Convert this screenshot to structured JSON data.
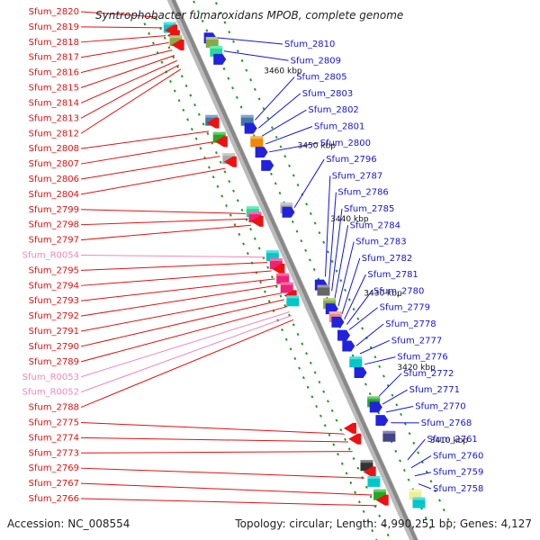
{
  "title": "Syntrophobacter fumaroxidans MPOB, complete genome",
  "footer": {
    "accession": "Accession: NC_008554",
    "summary": "Topology: circular; Length: 4,990,251 bp; Genes: 4,127"
  },
  "kbp_marks": [
    {
      "label": "3460 kbp",
      "pos": 0.156
    },
    {
      "label": "3450 kbp",
      "pos": 0.297
    },
    {
      "label": "3440 kbp",
      "pos": 0.435
    },
    {
      "label": "3430 kbp",
      "pos": 0.575
    },
    {
      "label": "3420 kbp",
      "pos": 0.715
    },
    {
      "label": "3410 kbp",
      "pos": 0.852
    }
  ],
  "left_labels": [
    {
      "text": "Sfum_2820",
      "type": "gene",
      "target": 0.0
    },
    {
      "text": "Sfum_2819",
      "type": "gene",
      "target": 0.02
    },
    {
      "text": "Sfum_2818",
      "type": "gene",
      "target": 0.035
    },
    {
      "text": "Sfum_2817",
      "type": "gene",
      "target": 0.048
    },
    {
      "text": "Sfum_2816",
      "type": "gene",
      "target": 0.062
    },
    {
      "text": "Sfum_2815",
      "type": "gene",
      "target": 0.072
    },
    {
      "text": "Sfum_2814",
      "type": "gene",
      "target": 0.082
    },
    {
      "text": "Sfum_2813",
      "type": "gene",
      "target": 0.09
    },
    {
      "text": "Sfum_2812",
      "type": "gene",
      "target": 0.098
    },
    {
      "text": "Sfum_2808",
      "type": "gene",
      "target": 0.215
    },
    {
      "text": "Sfum_2807",
      "type": "gene",
      "target": 0.235
    },
    {
      "text": "Sfum_2806",
      "type": "gene",
      "target": 0.262
    },
    {
      "text": "Sfum_2804",
      "type": "gene",
      "target": 0.285
    },
    {
      "text": "Sfum_2799",
      "type": "gene",
      "target": 0.37
    },
    {
      "text": "Sfum_2798",
      "type": "gene",
      "target": 0.38
    },
    {
      "text": "Sfum_2797",
      "type": "gene",
      "target": 0.392
    },
    {
      "text": "Sfum_R0054",
      "type": "rna",
      "target": 0.452
    },
    {
      "text": "Sfum_2795",
      "type": "gene",
      "target": 0.462
    },
    {
      "text": "Sfum_2794",
      "type": "gene",
      "target": 0.478
    },
    {
      "text": "Sfum_2793",
      "type": "gene",
      "target": 0.493
    },
    {
      "text": "Sfum_2792",
      "type": "gene",
      "target": 0.505
    },
    {
      "text": "Sfum_2791",
      "type": "gene",
      "target": 0.52
    },
    {
      "text": "Sfum_2790",
      "type": "gene",
      "target": 0.532
    },
    {
      "text": "Sfum_2789",
      "type": "gene",
      "target": 0.545
    },
    {
      "text": "Sfum_R0053",
      "type": "rna",
      "target": 0.555
    },
    {
      "text": "Sfum_R0052",
      "type": "rna",
      "target": 0.562
    },
    {
      "text": "Sfum_2788",
      "type": "gene",
      "target": 0.57
    },
    {
      "text": "Sfum_2775",
      "type": "gene",
      "target": 0.785
    },
    {
      "text": "Sfum_2774",
      "type": "gene",
      "target": 0.8
    },
    {
      "text": "Sfum_2773",
      "type": "gene",
      "target": 0.818
    },
    {
      "text": "Sfum_2769",
      "type": "gene",
      "target": 0.868
    },
    {
      "text": "Sfum_2767",
      "type": "gene",
      "target": 0.9
    },
    {
      "text": "Sfum_2766",
      "type": "gene",
      "target": 0.92
    }
  ],
  "right_labels": [
    {
      "text": "Sfum_2810",
      "target": 0.075
    },
    {
      "text": "Sfum_2809",
      "target": 0.1
    },
    {
      "text": "Sfum_2805",
      "target": 0.23
    },
    {
      "text": "Sfum_2803",
      "target": 0.245
    },
    {
      "text": "Sfum_2802",
      "target": 0.26
    },
    {
      "text": "Sfum_2801",
      "target": 0.275
    },
    {
      "text": "Sfum_2800",
      "target": 0.29
    },
    {
      "text": "Sfum_2796",
      "target": 0.395
    },
    {
      "text": "Sfum_2787",
      "target": 0.525
    },
    {
      "text": "Sfum_2786",
      "target": 0.54
    },
    {
      "text": "Sfum_2785",
      "target": 0.552
    },
    {
      "text": "Sfum_2784",
      "target": 0.565
    },
    {
      "text": "Sfum_2783",
      "target": 0.58
    },
    {
      "text": "Sfum_2782",
      "target": 0.595
    },
    {
      "text": "Sfum_2781",
      "target": 0.605
    },
    {
      "text": "Sfum_2780",
      "target": 0.615
    },
    {
      "text": "Sfum_2779",
      "target": 0.625
    },
    {
      "text": "Sfum_2778",
      "target": 0.655
    },
    {
      "text": "Sfum_2777",
      "target": 0.67
    },
    {
      "text": "Sfum_2776",
      "target": 0.69
    },
    {
      "text": "Sfum_2772",
      "target": 0.75
    },
    {
      "text": "Sfum_2771",
      "target": 0.765
    },
    {
      "text": "Sfum_2770",
      "target": 0.78
    },
    {
      "text": "Sfum_2768",
      "target": 0.8
    },
    {
      "text": "Sfum_2761",
      "target": 0.87
    },
    {
      "text": "Sfum_2760",
      "target": 0.885
    },
    {
      "text": "Sfum_2759",
      "target": 0.9
    },
    {
      "text": "Sfum_2758",
      "target": 0.915
    }
  ],
  "features": [
    {
      "strand": "minus",
      "pos": 0.025,
      "color": "#00c8c8"
    },
    {
      "strand": "minus",
      "pos": 0.03,
      "color": "#e11"
    },
    {
      "strand": "minus",
      "pos": 0.04,
      "color": "#e11"
    },
    {
      "strand": "minus",
      "pos": 0.05,
      "color": "#88aa44"
    },
    {
      "strand": "minus",
      "pos": 0.058,
      "color": "#e11"
    },
    {
      "strand": "plus",
      "pos": 0.07,
      "color": "#2222dd"
    },
    {
      "strand": "plus",
      "pos": 0.078,
      "color": "#88aa44"
    },
    {
      "strand": "plus",
      "pos": 0.095,
      "color": "#22dd99"
    },
    {
      "strand": "plus",
      "pos": 0.11,
      "color": "#2222dd"
    },
    {
      "strand": "minus",
      "pos": 0.2,
      "color": "#4477aa"
    },
    {
      "strand": "minus",
      "pos": 0.205,
      "color": "#e11"
    },
    {
      "strand": "minus",
      "pos": 0.232,
      "color": "#22aa22"
    },
    {
      "strand": "minus",
      "pos": 0.24,
      "color": "#e11"
    },
    {
      "strand": "minus",
      "pos": 0.272,
      "color": "#aaaaaa"
    },
    {
      "strand": "minus",
      "pos": 0.278,
      "color": "#e11"
    },
    {
      "strand": "plus",
      "pos": 0.225,
      "color": "#4477aa"
    },
    {
      "strand": "plus",
      "pos": 0.24,
      "color": "#2222dd"
    },
    {
      "strand": "plus",
      "pos": 0.265,
      "color": "#ee8800"
    },
    {
      "strand": "plus",
      "pos": 0.285,
      "color": "#2222dd"
    },
    {
      "strand": "plus",
      "pos": 0.31,
      "color": "#2222dd"
    },
    {
      "strand": "minus",
      "pos": 0.372,
      "color": "#22dd99"
    },
    {
      "strand": "minus",
      "pos": 0.382,
      "color": "#ee2277"
    },
    {
      "strand": "minus",
      "pos": 0.39,
      "color": "#e11"
    },
    {
      "strand": "plus",
      "pos": 0.39,
      "color": "#aaaaaa"
    },
    {
      "strand": "plus",
      "pos": 0.398,
      "color": "#2222dd"
    },
    {
      "strand": "minus",
      "pos": 0.455,
      "color": "#00c8c8"
    },
    {
      "strand": "minus",
      "pos": 0.47,
      "color": "#ee2277"
    },
    {
      "strand": "minus",
      "pos": 0.48,
      "color": "#e11"
    },
    {
      "strand": "minus",
      "pos": 0.498,
      "color": "#ee2277"
    },
    {
      "strand": "minus",
      "pos": 0.515,
      "color": "#ee2277"
    },
    {
      "strand": "minus",
      "pos": 0.53,
      "color": "#e11"
    },
    {
      "strand": "minus",
      "pos": 0.54,
      "color": "#00c8c8"
    },
    {
      "strand": "plus",
      "pos": 0.535,
      "color": "#2222dd"
    },
    {
      "strand": "plus",
      "pos": 0.545,
      "color": "#666666"
    },
    {
      "strand": "plus",
      "pos": 0.57,
      "color": "#88aa44"
    },
    {
      "strand": "plus",
      "pos": 0.58,
      "color": "#2222dd"
    },
    {
      "strand": "plus",
      "pos": 0.595,
      "color": "#ee8888"
    },
    {
      "strand": "plus",
      "pos": 0.605,
      "color": "#2222dd"
    },
    {
      "strand": "plus",
      "pos": 0.63,
      "color": "#2222dd"
    },
    {
      "strand": "plus",
      "pos": 0.65,
      "color": "#2222dd"
    },
    {
      "strand": "plus",
      "pos": 0.68,
      "color": "#00c8c8"
    },
    {
      "strand": "plus",
      "pos": 0.7,
      "color": "#2222dd"
    },
    {
      "strand": "plus",
      "pos": 0.755,
      "color": "#22aa22"
    },
    {
      "strand": "plus",
      "pos": 0.765,
      "color": "#2222dd"
    },
    {
      "strand": "plus",
      "pos": 0.79,
      "color": "#2222dd"
    },
    {
      "strand": "plus",
      "pos": 0.82,
      "color": "#444488"
    },
    {
      "strand": "minus",
      "pos": 0.78,
      "color": "#e11"
    },
    {
      "strand": "minus",
      "pos": 0.8,
      "color": "#e11"
    },
    {
      "strand": "minus",
      "pos": 0.85,
      "color": "#333333"
    },
    {
      "strand": "minus",
      "pos": 0.862,
      "color": "#e11"
    },
    {
      "strand": "minus",
      "pos": 0.88,
      "color": "#00c8c8"
    },
    {
      "strand": "minus",
      "pos": 0.905,
      "color": "#22aa22"
    },
    {
      "strand": "minus",
      "pos": 0.915,
      "color": "#e11"
    },
    {
      "strand": "plus",
      "pos": 0.93,
      "color": "#eeee99"
    },
    {
      "strand": "plus",
      "pos": 0.945,
      "color": "#00c8c8"
    }
  ],
  "colors": {
    "forward_label": "#1515d8",
    "reverse_label": "#e01010",
    "rna_label": "#ee88bb",
    "backbone": "#888888",
    "tick": "#229922"
  }
}
